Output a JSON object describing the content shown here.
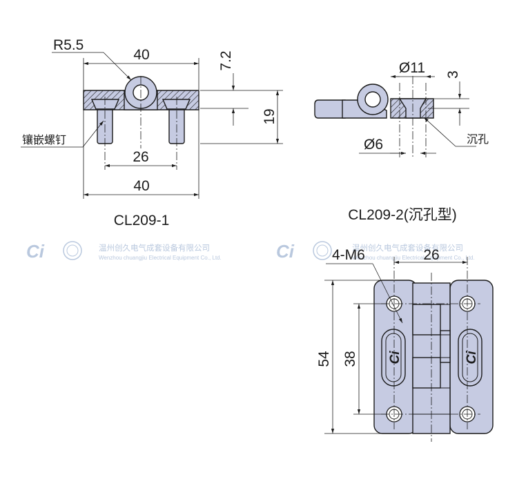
{
  "watermark": {
    "company_cn": "温州创久电气成套设备有限公司",
    "company_en": "Wenzhou chuangjiu Electrical Equipment Co., Ltd.",
    "logo_text": "Ci"
  },
  "view1": {
    "caption": "CL209-1",
    "radius_label": "R5.5",
    "width_top": "40",
    "height_top": "7.2",
    "height_total": "19",
    "pin_spacing": "26",
    "width_bottom": "40",
    "insert_label": "镶嵌螺钉"
  },
  "view2": {
    "caption": "CL209-2(沉孔型)",
    "hole_dia": "Ø11",
    "depth": "3",
    "bore_dia": "Ø6",
    "countersink_label": "沉孔"
  },
  "view3": {
    "thread_label": "4-M6",
    "hole_spacing_x": "26",
    "length_total": "54",
    "hole_spacing_y": "38",
    "plate_logo": "Ci"
  }
}
